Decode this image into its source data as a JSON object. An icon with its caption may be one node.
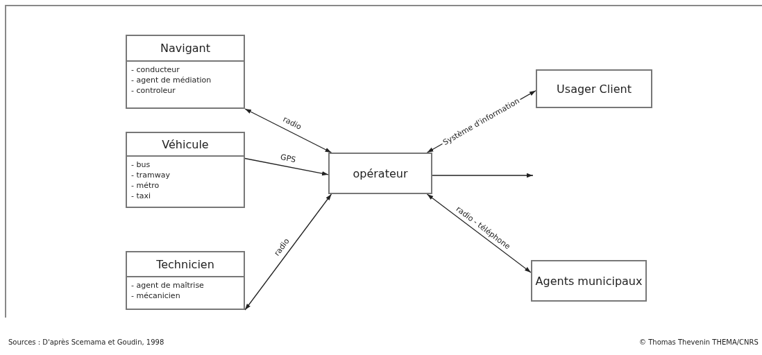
{
  "diagram": {
    "nodes": [
      {
        "text": [
          "Navigant",
          "- conducteur",
          "- agent de médiation",
          "- controleur"
        ]
      },
      {
        "text": [
          "Véhicule",
          "- bus",
          "- tramway",
          "- métro",
          "- taxi"
        ]
      },
      {
        "text": [
          "Technicien",
          "- agent de maîtrise",
          "- mécanicien"
        ]
      },
      {
        "text": [
          "opérateur"
        ]
      },
      {
        "text": [
          "Usager Client"
        ]
      },
      {
        "text": [
          "Agents municipaux"
        ]
      }
    ],
    "edges": [
      {
        "from": 0,
        "to": 3,
        "arrow": "both",
        "label": "radio"
      },
      {
        "from": 1,
        "to": 3,
        "arrow": "to",
        "label": "GPS"
      },
      {
        "from": 2,
        "to": 3,
        "arrow": "both",
        "label": "radio"
      },
      {
        "from": 3,
        "to": 4,
        "arrow": "both",
        "label": "Système d'information"
      },
      {
        "from": 3,
        "to": 5,
        "arrow": "both",
        "label": "radio - téléphone"
      },
      {
        "from": 3,
        "to": null,
        "arrow": "to"
      }
    ],
    "labels": [
      "Sources : D'après Scemama et Goudin, 1998",
      "© Thomas Thevenin THEMA/CNRS"
    ]
  }
}
